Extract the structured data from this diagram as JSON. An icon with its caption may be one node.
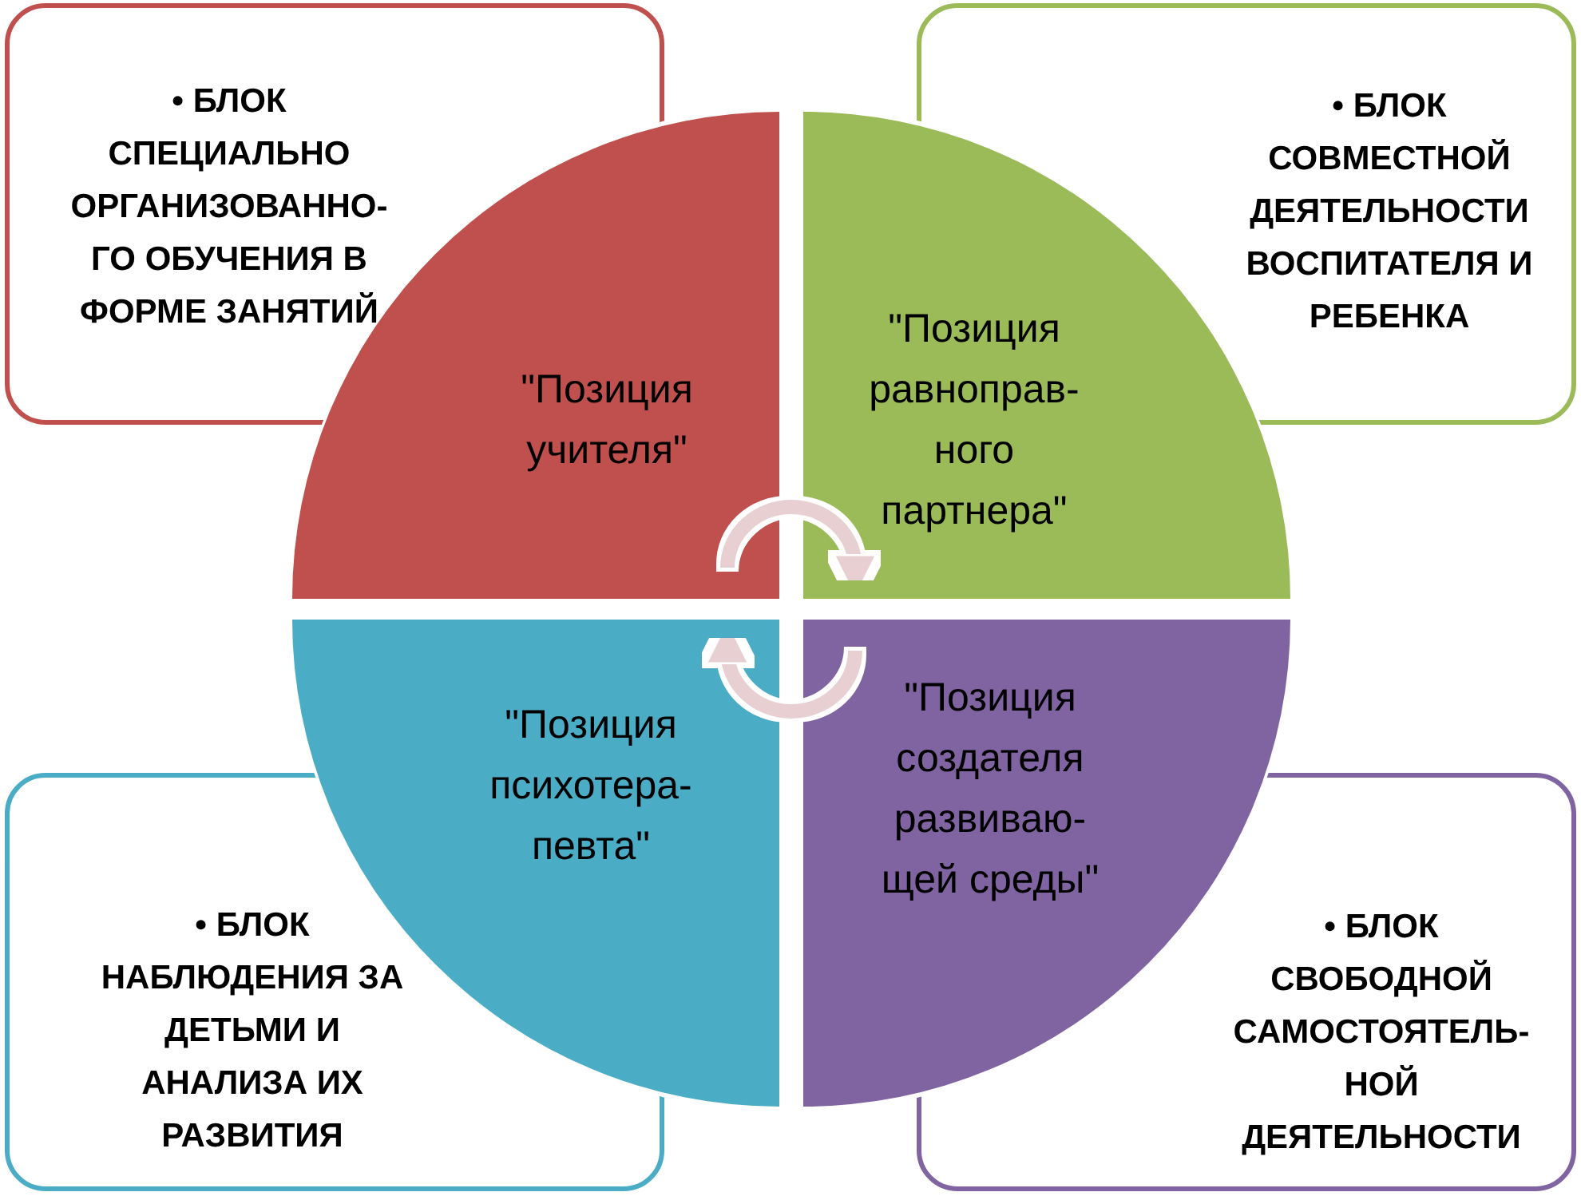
{
  "diagram": {
    "nodes": [
      {
        "text": [
          "• БЛОК СПЕЦИАЛЬНО ОРГАНИЗОВАННО-ГО ОБУЧЕНИЯ В ФОРМЕ ЗАНЯТИЙ"
        ]
      },
      {
        "text": [
          "• БЛОК СОВМЕСТНОЙ ДЕЯТЕЛЬНОСТИ ВОСПИТАТЕЛЯ И РЕБЕНКА"
        ]
      },
      {
        "text": [
          "• БЛОК НАБЛЮДЕНИЯ ЗА ДЕТЬМИ И АНАЛИЗА ИХ РАЗВИТИЯ"
        ]
      },
      {
        "text": [
          "• БЛОК СВОБОДНОЙ САМОСТОЯТЕЛЬ-НОЙ ДЕЯТЕЛЬНОСТИ"
        ]
      },
      {
        "text": [
          "\"Позиция учителя\""
        ]
      },
      {
        "text": [
          "\"Позиция равноправ-ного партнера\""
        ]
      },
      {
        "text": [
          "\"Позиция психотера-певта\""
        ]
      },
      {
        "text": [
          "\"Позиция создателя развиваю-щей среды\""
        ]
      }
    ],
    "edges": [
      {
        "from": 4,
        "to": 5,
        "arrow": "to"
      },
      {
        "from": 7,
        "to": 6,
        "arrow": "to"
      }
    ]
  }
}
